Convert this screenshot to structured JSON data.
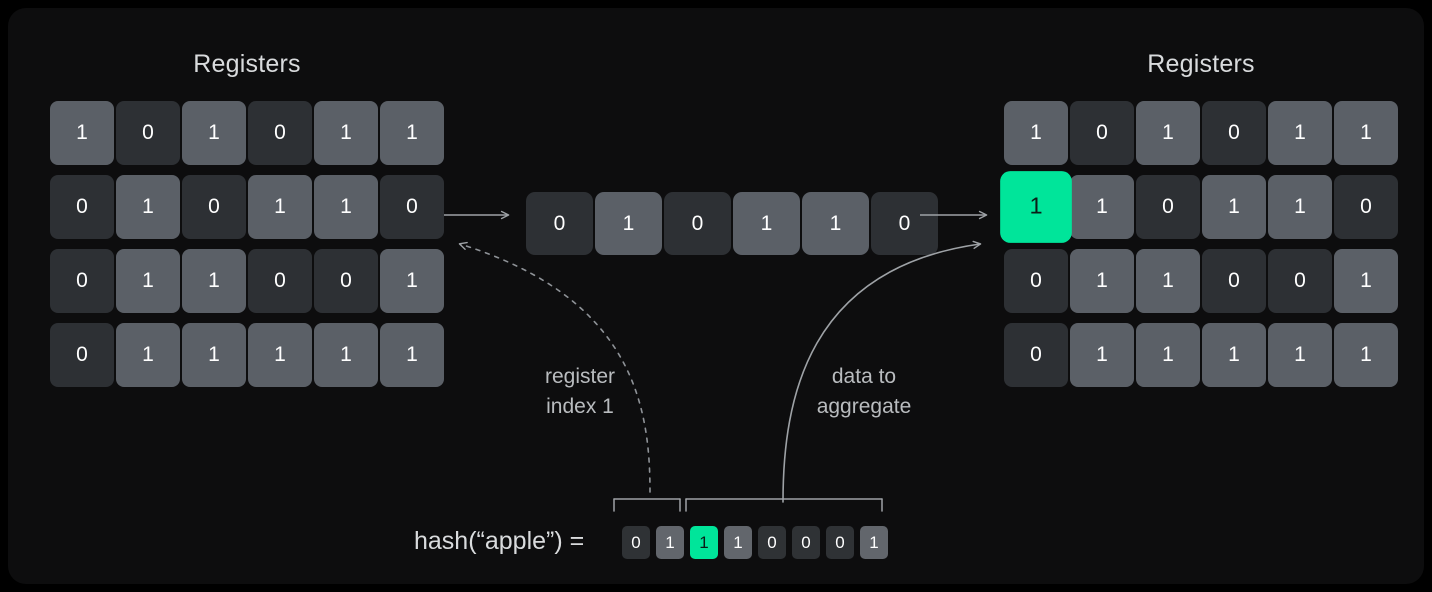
{
  "diagram": {
    "title_left": "Registers",
    "title_right": "Registers",
    "hash_label": "hash(“apple”) =",
    "label_register_index": "register\nindex 1",
    "label_data_aggregate": "data to\naggregate",
    "accent_color": "#00e59a",
    "cell_one_color": "#5b6067",
    "cell_zero_color": "#2d3034",
    "panel_background": "#0d0d0e"
  },
  "registers_left": {
    "rows": [
      {
        "cells": [
          "1",
          "0",
          "1",
          "0",
          "1",
          "1"
        ]
      },
      {
        "cells": [
          "0",
          "1",
          "0",
          "1",
          "1",
          "0"
        ]
      },
      {
        "cells": [
          "0",
          "1",
          "1",
          "0",
          "0",
          "1"
        ]
      },
      {
        "cells": [
          "0",
          "1",
          "1",
          "1",
          "1",
          "1"
        ]
      }
    ]
  },
  "selected_register": {
    "index_label": "1",
    "cells": [
      "0",
      "1",
      "0",
      "1",
      "1",
      "0"
    ]
  },
  "registers_right": {
    "rows": [
      {
        "cells": [
          "1",
          "0",
          "1",
          "0",
          "1",
          "1"
        ],
        "highlight": -1
      },
      {
        "cells": [
          "1",
          "1",
          "0",
          "1",
          "1",
          "0"
        ],
        "highlight": 0
      },
      {
        "cells": [
          "0",
          "1",
          "1",
          "0",
          "0",
          "1"
        ],
        "highlight": -1
      },
      {
        "cells": [
          "0",
          "1",
          "1",
          "1",
          "1",
          "1"
        ],
        "highlight": -1
      }
    ]
  },
  "hash": {
    "bits": [
      "0",
      "1",
      "1",
      "1",
      "0",
      "0",
      "0",
      "1"
    ],
    "highlight_index": 2,
    "bracket_index_bits": "bits 1-2",
    "bracket_data_bits": "bits 3-8"
  }
}
